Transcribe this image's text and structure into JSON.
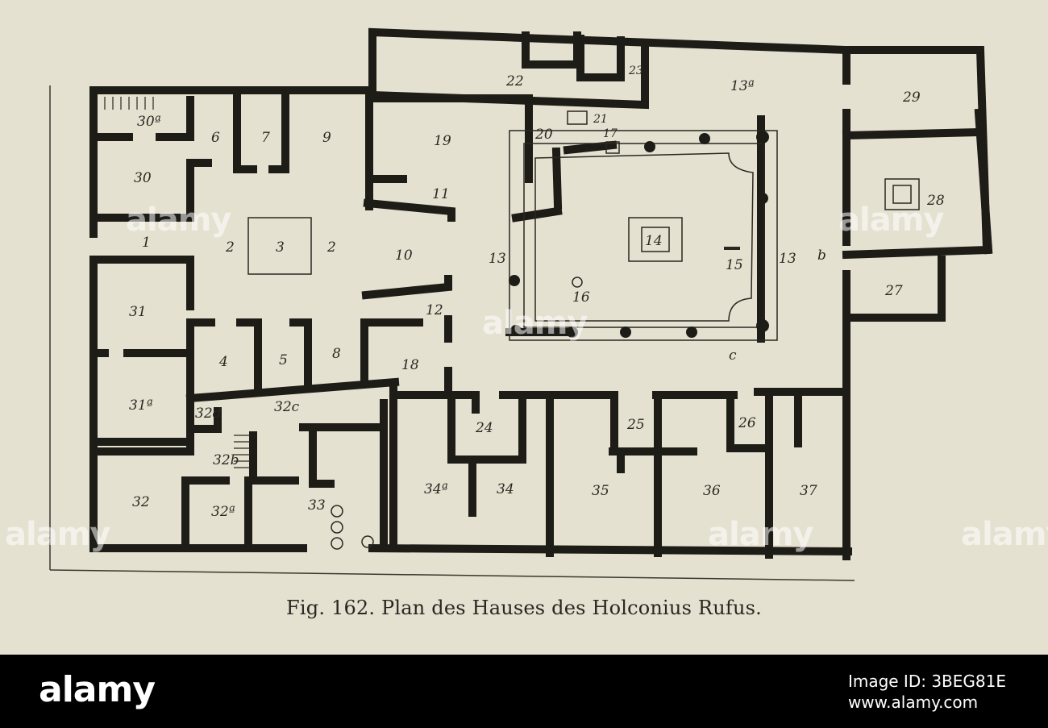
{
  "figure": {
    "caption": "Fig. 162.  Plan des Hauses des Holconius Rufus."
  },
  "rooms": {
    "r1": "1",
    "r2": "2",
    "r3": "3",
    "r4": "4",
    "r5": "5",
    "r6": "6",
    "r7": "7",
    "r8": "8",
    "r9": "9",
    "r10": "10",
    "r11": "11",
    "r12": "12",
    "r13": "13",
    "r13a": "13ª",
    "r14": "14",
    "r15": "15",
    "r16": "16",
    "r17": "17",
    "r18": "18",
    "r19": "19",
    "r20": "20",
    "r21": "21",
    "r22": "22",
    "r23": "23",
    "r24": "24",
    "r25": "25",
    "r26": "26",
    "r27": "27",
    "r28": "28",
    "r29": "29",
    "r30": "30",
    "r30a": "30ª",
    "r31": "31",
    "r31a": "31ª",
    "r32": "32",
    "r32a": "32ª",
    "r32b": "32b",
    "r32c": "32c",
    "r32d": "32d",
    "r33": "33",
    "r34": "34",
    "r34a": "34ª",
    "r35": "35",
    "r36": "36",
    "r37": "37",
    "rb": "b",
    "rc": "c"
  },
  "stock": {
    "logo": "alamy",
    "image_id": "Image ID: 3BEG81E",
    "site": "www.alamy.com"
  },
  "colors": {
    "paper": "#e4e1d1",
    "ink": "#1e1c17",
    "bar": "#000000"
  }
}
